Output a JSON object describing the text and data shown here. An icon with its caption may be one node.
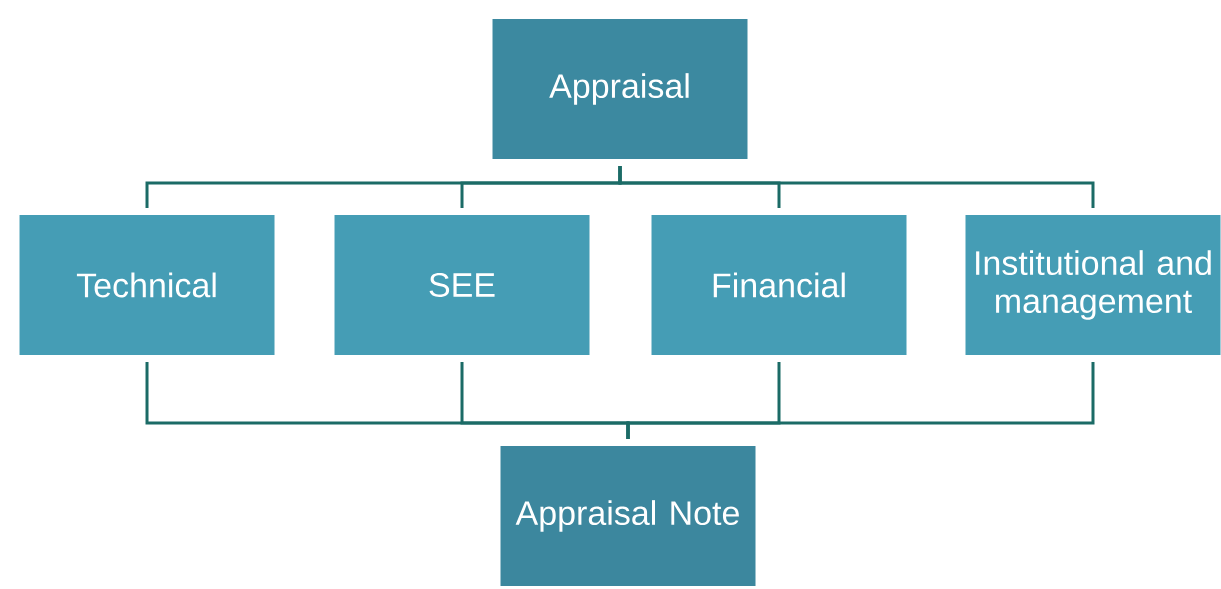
{
  "diagram": {
    "nodes": [
      {
        "text": [
          "Appraisal"
        ]
      },
      {
        "text": [
          "Technical"
        ]
      },
      {
        "text": [
          "SEE"
        ]
      },
      {
        "text": [
          "Financial"
        ]
      },
      {
        "text": [
          "Institutional and management"
        ]
      },
      {
        "text": [
          "Appraisal Note"
        ]
      }
    ],
    "edges": [
      {
        "from": 0,
        "to": 1,
        "arrow": "none"
      },
      {
        "from": 0,
        "to": 2,
        "arrow": "none"
      },
      {
        "from": 0,
        "to": 3,
        "arrow": "none"
      },
      {
        "from": 0,
        "to": 4,
        "arrow": "none"
      },
      {
        "from": 1,
        "to": 5,
        "arrow": "none"
      },
      {
        "from": 2,
        "to": 5,
        "arrow": "none"
      },
      {
        "from": 3,
        "to": 5,
        "arrow": "none"
      },
      {
        "from": 4,
        "to": 5,
        "arrow": "none"
      }
    ]
  }
}
